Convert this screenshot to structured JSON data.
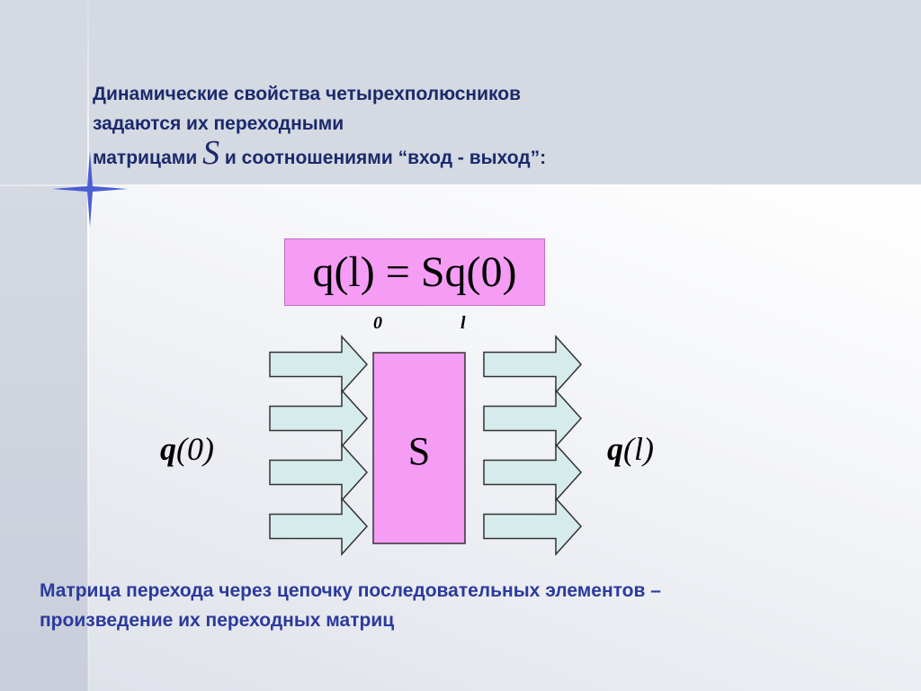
{
  "slide": {
    "header": {
      "line1": "Динамические свойства четырехполюсников",
      "line2": "задаются их переходными",
      "line3_pre": "матрицами ",
      "line3_symbol": "S",
      "line3_post": " и соотношениями “вход - выход”:"
    },
    "equation": "q(l) = Sq(0)",
    "diagram": {
      "tick_left": "0",
      "tick_right": "l",
      "block_label": "S",
      "input_bold": "q",
      "input_arg": "(0)",
      "output_bold": "q",
      "output_arg": "(l)",
      "input_arrow_count": 4,
      "output_arrow_count": 4
    },
    "footer": {
      "line1": "Матрица перехода через цепочку последовательных элементов –",
      "line2": "произведение их переходных матриц"
    }
  },
  "colors": {
    "text_dark_blue": "#1a2a6c",
    "text_blue": "#2b3a9c",
    "block_fill": "#f59cf5",
    "arrow_fill": "#d6ecec"
  }
}
